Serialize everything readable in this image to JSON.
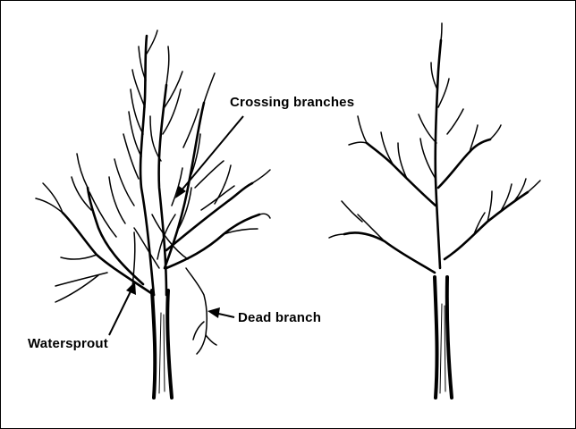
{
  "labels": {
    "crossing_branches": "Crossing branches",
    "dead_branch": "Dead branch",
    "watersprout": "Watersprout"
  },
  "colors": {
    "ink": "#000000",
    "background": "#ffffff"
  }
}
